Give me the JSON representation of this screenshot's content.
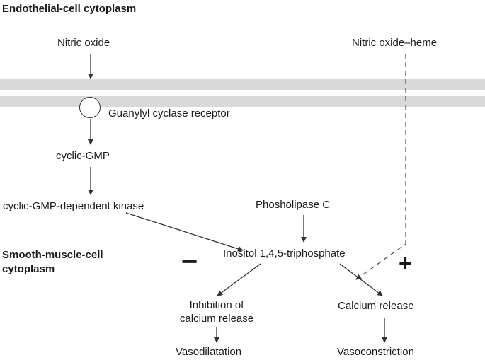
{
  "regions": {
    "endothelial": "Endothelial-cell cytoplasm",
    "smooth_muscle_line1": "Smooth-muscle-cell",
    "smooth_muscle_line2": "cytoplasm"
  },
  "nodes": {
    "nitric_oxide": "Nitric oxide",
    "nitric_oxide_heme": "Nitric oxide–heme",
    "guanylyl_cyclase_receptor": "Guanylyl cyclase receptor",
    "cyclic_gmp": "cyclic-GMP",
    "cgmp_kinase": "cyclic-GMP-dependent kinase",
    "phospholipase_c": "Phosholipase C",
    "ip3": "Inositol 1,4,5-triphosphate",
    "inhibition_line1": "Inhibition of",
    "inhibition_line2": "calcium release",
    "calcium_release": "Calcium release",
    "vasodilatation": "Vasodilatation",
    "vasoconstriction": "Vasoconstriction"
  },
  "signs": {
    "minus": "−",
    "plus": "+"
  },
  "colors": {
    "membrane": "#d9d9d9",
    "arrow": "#333333",
    "text": "#1a1a1a"
  }
}
